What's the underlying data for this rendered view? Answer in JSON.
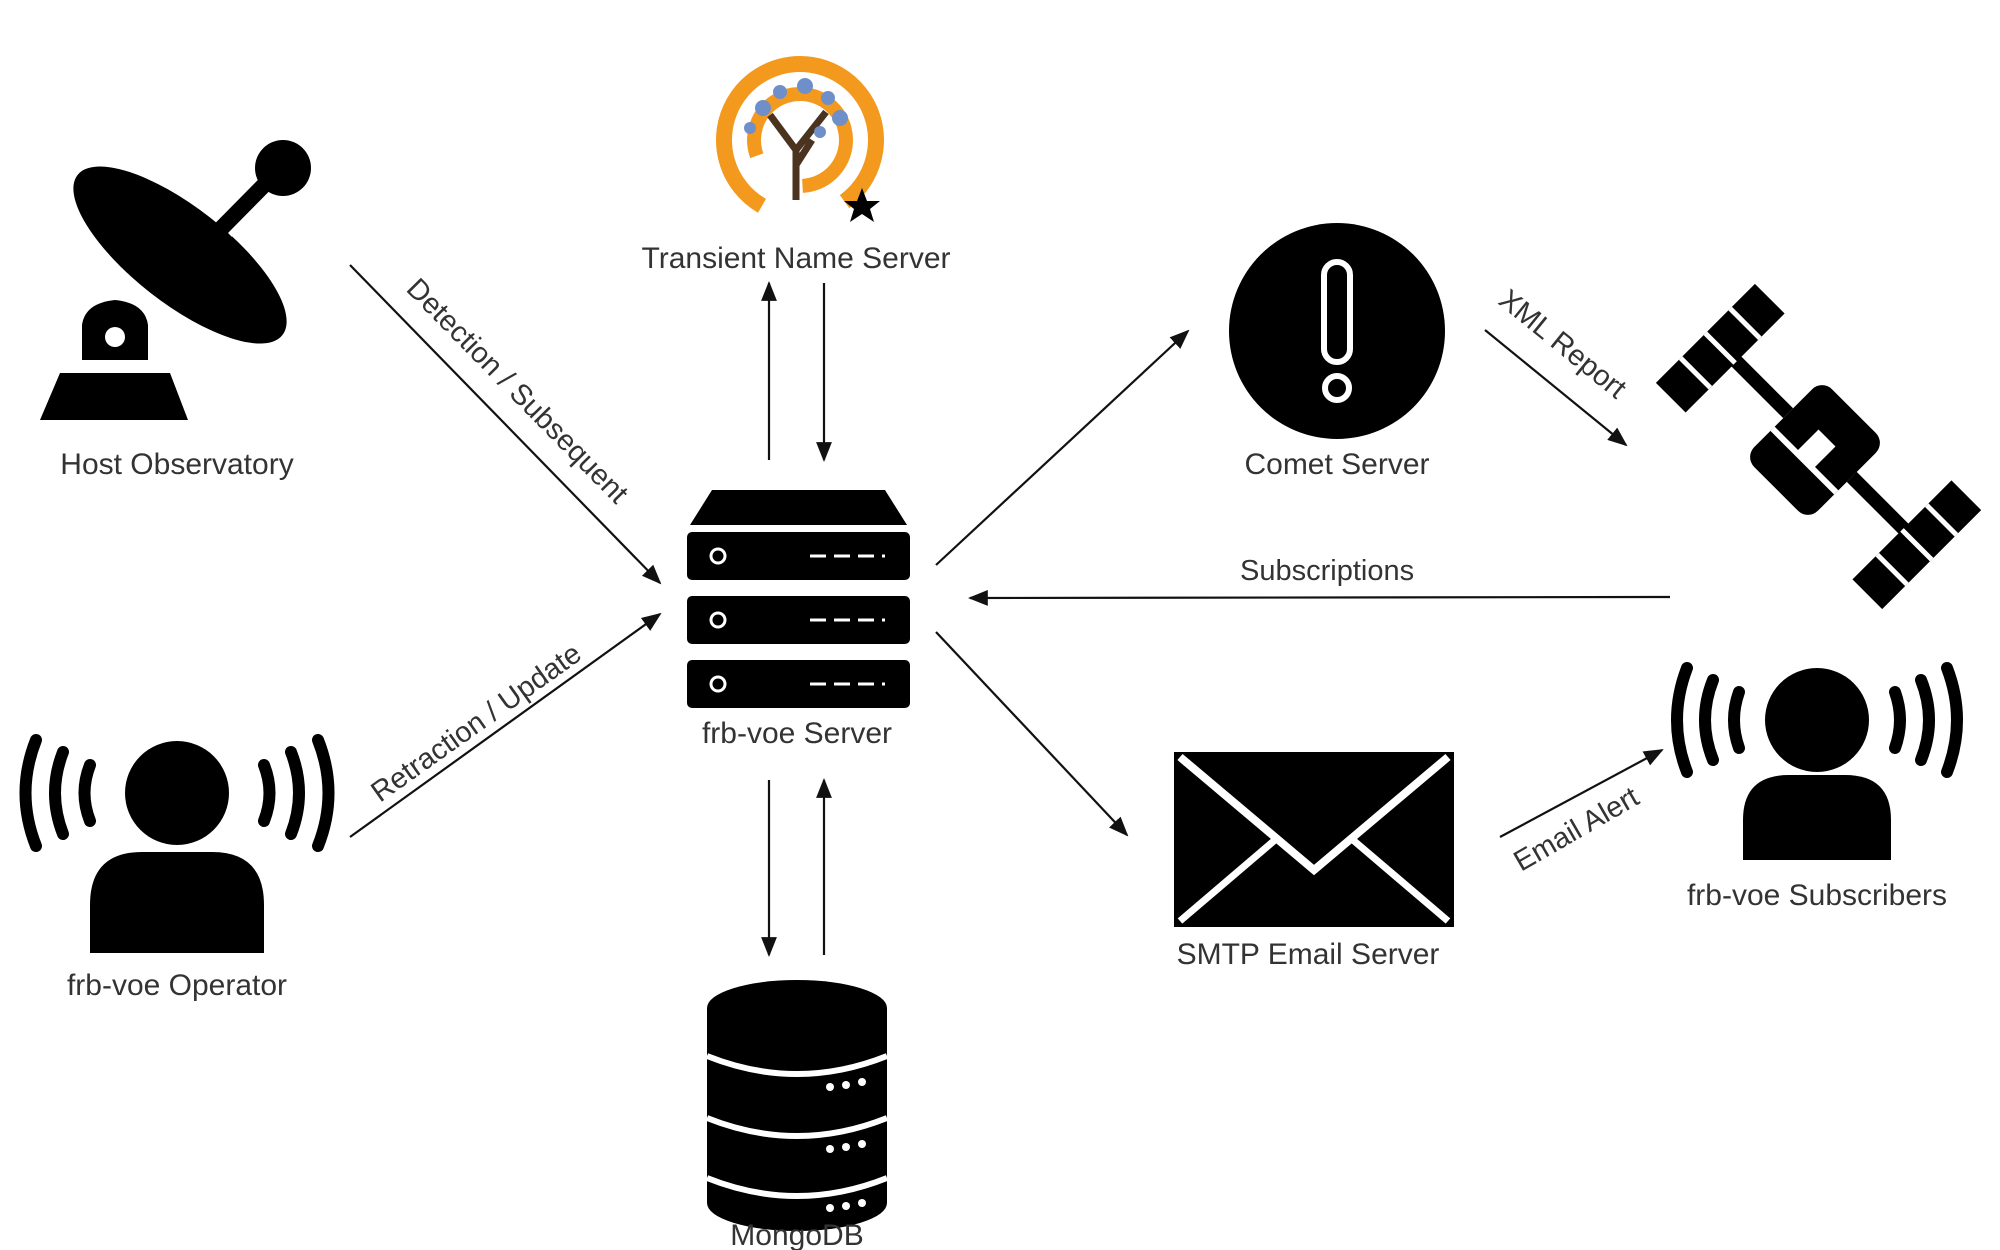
{
  "nodes": {
    "host_observatory": {
      "label": "Host Observatory",
      "icon": "satellite-dish-icon"
    },
    "frb_voe_operator": {
      "label": "frb-voe Operator",
      "icon": "person-broadcasting-icon"
    },
    "transient_name_server": {
      "label": "Transient Name Server",
      "icon": "tns-logo"
    },
    "frb_voe_server": {
      "label": "frb-voe Server",
      "icon": "server-rack-icon"
    },
    "mongodb": {
      "label": "MongoDB",
      "icon": "database-icon"
    },
    "comet_server": {
      "label": "Comet Server",
      "icon": "exclamation-icon"
    },
    "smtp_email_server": {
      "label": "SMTP Email Server",
      "icon": "envelope-icon"
    },
    "subscriber_satellite": {
      "icon": "satellite-icon"
    },
    "frb_voe_subscribers": {
      "label": "frb-voe Subscribers",
      "icon": "person-broadcasting-icon"
    }
  },
  "edges": {
    "detection": {
      "label": "Detection / Subsequent",
      "from": "Host Observatory",
      "to": "frb-voe Server"
    },
    "retraction": {
      "label": "Retraction / Update",
      "from": "frb-voe Operator",
      "to": "frb-voe Server"
    },
    "xml_report": {
      "label": "XML Report",
      "from": "Comet Server",
      "to": "satellite"
    },
    "subscriptions": {
      "label": "Subscriptions",
      "from": "satellite",
      "to": "frb-voe Server"
    },
    "email_alert": {
      "label": "Email Alert",
      "from": "SMTP Email Server",
      "to": "frb-voe Subscribers"
    }
  },
  "colors": {
    "icon": "#000000",
    "text": "#333333",
    "logo_orange": "#F39A1E",
    "logo_blue": "#6E8FC9"
  }
}
